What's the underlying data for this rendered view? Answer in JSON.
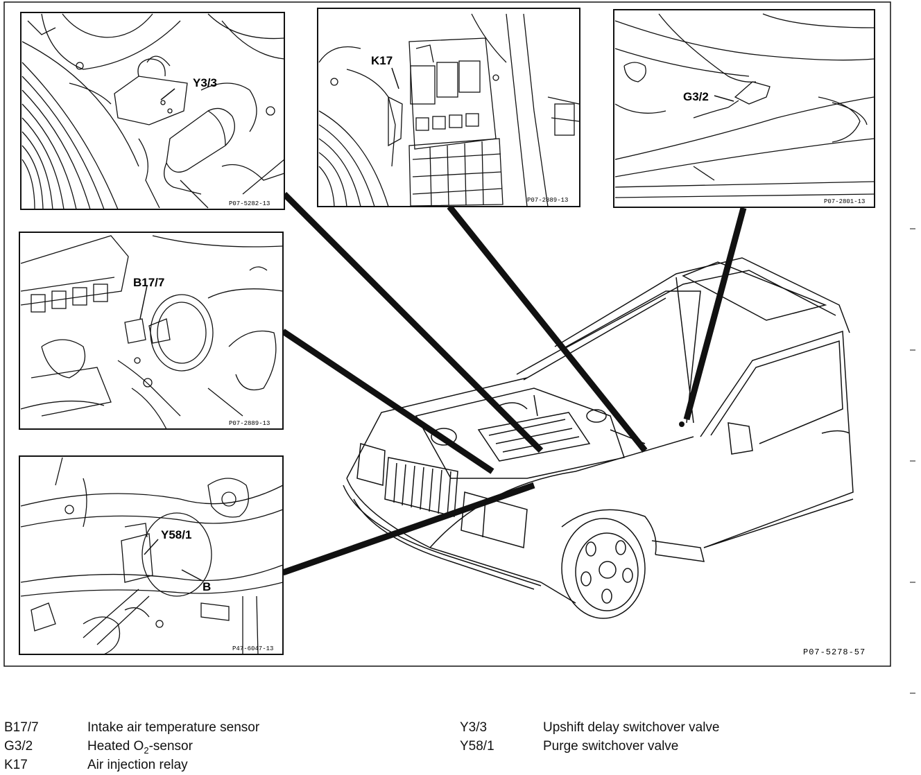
{
  "figure": {
    "main_ref": "P07-5278-57",
    "insets": [
      {
        "id": "y3-3",
        "callout": "Y3/3",
        "ref": "P07-5282-13"
      },
      {
        "id": "k17",
        "callout": "K17",
        "ref": "P07-2889-13"
      },
      {
        "id": "g3-2",
        "callout": "G3/2",
        "ref": "P07-2801-13"
      },
      {
        "id": "b17-7",
        "callout": "B17/7",
        "ref": "P07-2889-13"
      },
      {
        "id": "y58-1",
        "callout": "Y58/1",
        "callout2": "B",
        "ref": "P47-6047-13"
      }
    ]
  },
  "legend": {
    "left": [
      {
        "code": "B17/7",
        "desc": "Intake air temperature sensor"
      },
      {
        "code": "G3/2",
        "desc": "Heated O",
        "sub": "2",
        "desc_after": "-sensor"
      },
      {
        "code": "K17",
        "desc": "Air injection relay"
      }
    ],
    "right": [
      {
        "code": "Y3/3",
        "desc": "Upshift delay switchover valve"
      },
      {
        "code": "Y58/1",
        "desc": "Purge switchover valve"
      }
    ]
  }
}
